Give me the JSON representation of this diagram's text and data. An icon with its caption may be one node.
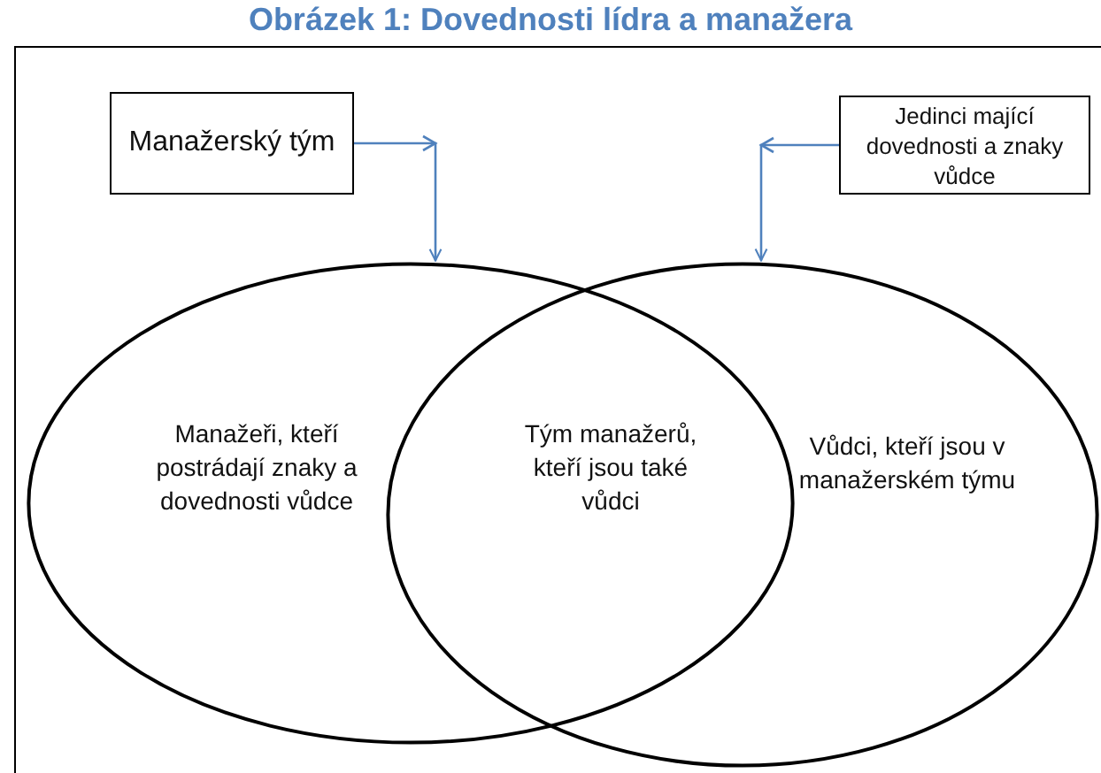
{
  "diagram": {
    "title": "Obrázek 1: Dovednosti lídra a manažera",
    "nodes": [
      {
        "text": [
          "Manažerský tým"
        ]
      },
      {
        "text": [
          "Jedinci mající dovednosti a znaky vůdce"
        ]
      },
      {
        "text": [
          "Manažeři, kteří postrádají znaky a dovednosti vůdce"
        ]
      },
      {
        "text": [
          "Vůdci, kteří jsou v manažerském týmu"
        ]
      },
      {
        "text": [
          "Tým manažerů, kteří jsou také vůdci"
        ]
      }
    ],
    "edges": [
      {
        "from": 0,
        "to": 2,
        "arrow": "to"
      },
      {
        "from": 1,
        "to": 3,
        "arrow": "to"
      }
    ]
  }
}
